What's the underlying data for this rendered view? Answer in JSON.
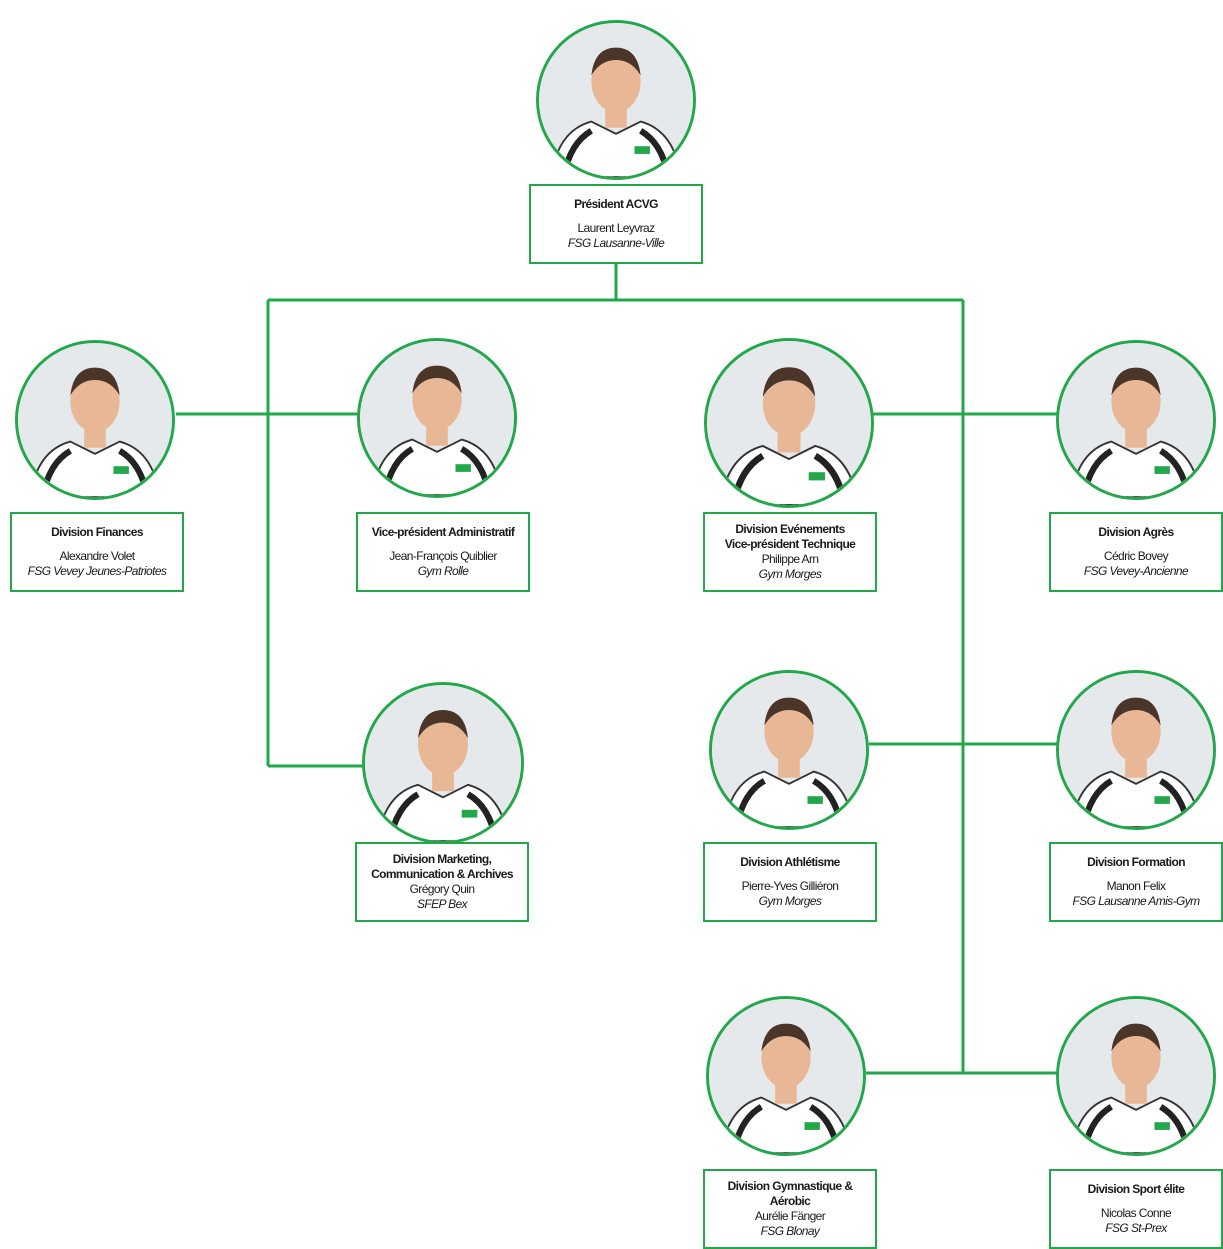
{
  "colors": {
    "accent": "#22a84a",
    "shirt": "#ffffff",
    "skin": "#e8b896",
    "background": "#ffffff"
  },
  "president": {
    "role": "Président ACVG",
    "name": "Laurent Leyvraz",
    "club": "FSG Lausanne-Ville"
  },
  "members": [
    {
      "id": "finances",
      "role": "Division Finances",
      "name": "Alexandre Volet",
      "club": "FSG Vevey Jeunes-Patriotes"
    },
    {
      "id": "vp-admin",
      "role": "Vice-président Administratif",
      "name": "Jean-François Quiblier",
      "club": "Gym Rolle"
    },
    {
      "id": "evenements",
      "role": "Division Evénements",
      "role2": "Vice-président Technique",
      "name": "Philippe Arn",
      "club": "Gym Morges"
    },
    {
      "id": "agres",
      "role": "Division Agrès",
      "name": "Cédric Bovey",
      "club": "FSG Vevey-Ancienne"
    },
    {
      "id": "marketing",
      "role": "Division Marketing,",
      "role2": "Communication & Archives",
      "name": "Grégory Quin",
      "club": "SFEP Bex"
    },
    {
      "id": "athletisme",
      "role": "Division Athlétisme",
      "name": "Pierre-Yves Gilliéron",
      "club": "Gym Morges"
    },
    {
      "id": "formation",
      "role": "Division Formation",
      "name": "Manon Felix",
      "club": "FSG Lausanne Amis-Gym"
    },
    {
      "id": "gymnastique",
      "role": "Division Gymnastique &",
      "role2": "Aérobic",
      "name": "Aurélie Fänger",
      "club": "FSG Blonay"
    },
    {
      "id": "sport-elite",
      "role": "Division Sport élite",
      "name": "Nicolas Conne",
      "club": "FSG St-Prex"
    }
  ]
}
